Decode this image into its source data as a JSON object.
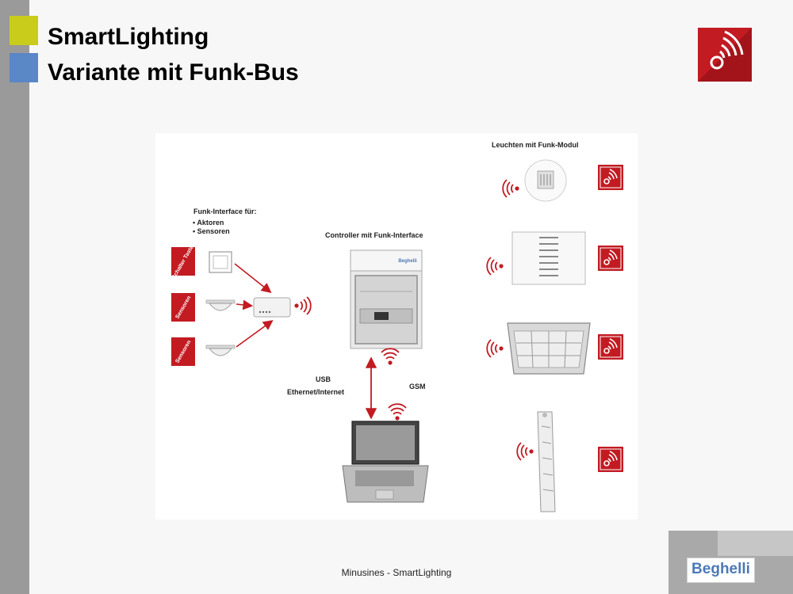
{
  "slide": {
    "title_line1": "SmartLighting",
    "title_line2": "Variante mit Funk-Bus",
    "footer": "Minusines - SmartLighting",
    "brand": "Beghelli"
  },
  "diagram": {
    "lamps_label": "Leuchten mit Funk-Modul",
    "interface_label": "Funk-Interface für:",
    "interface_items": [
      "Aktoren",
      "Sensoren"
    ],
    "controller_label": "Controller mit Funk-Interface",
    "controller_brand": "Beghelli",
    "link_usb": "USB",
    "link_ethernet": "Ethernet/Internet",
    "link_gsm": "GSM",
    "tag_switch": "Schalter Taster",
    "tag_sensor": "Sensoren"
  },
  "colors": {
    "accent_red": "#c21b22",
    "yellow": "#c9cc1a",
    "blue": "#5a87c6"
  }
}
